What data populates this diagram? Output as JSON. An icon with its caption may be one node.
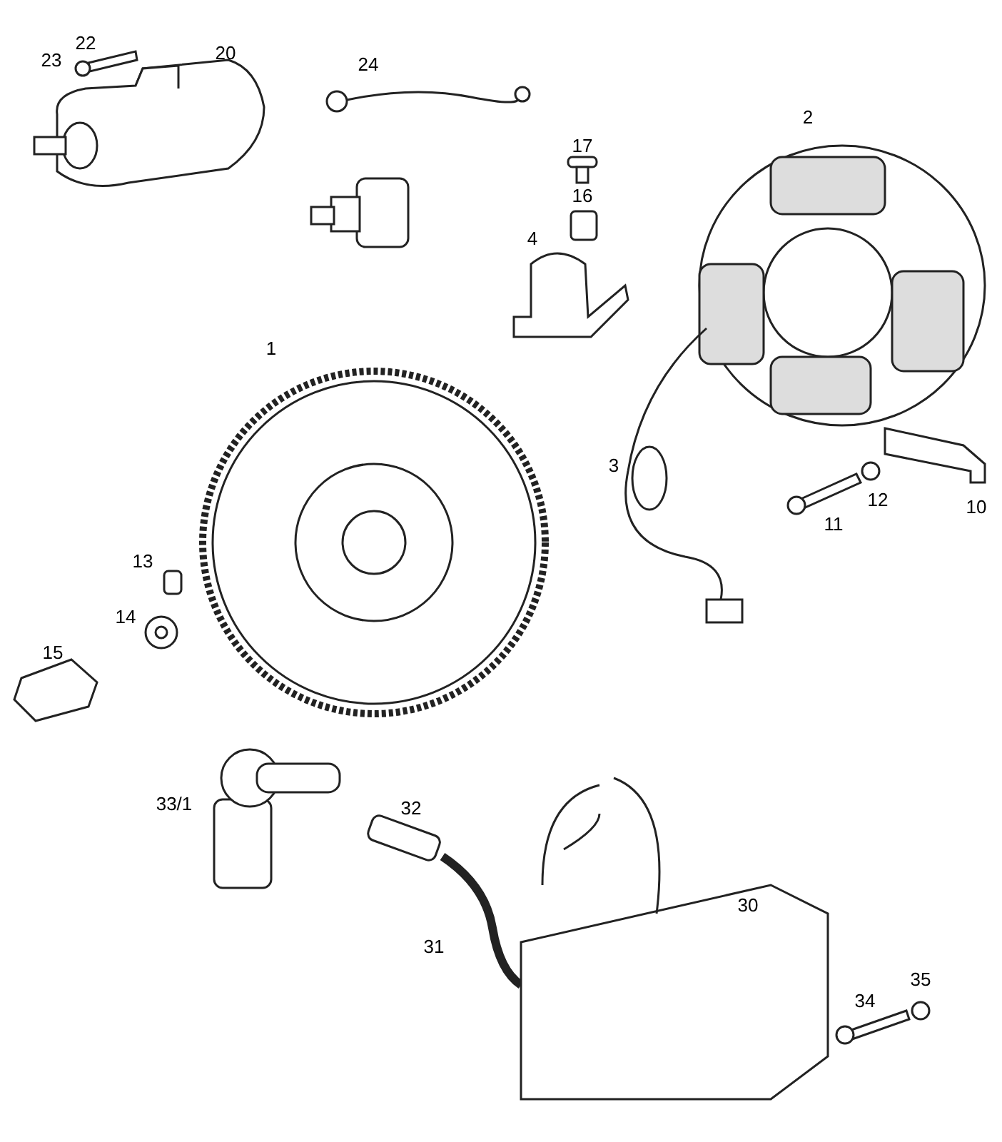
{
  "diagram": {
    "labels": [
      "22",
      "20",
      "23",
      "24",
      "2",
      "17",
      "16",
      "4",
      "1",
      "3",
      "12",
      "10",
      "11",
      "13",
      "14",
      "15",
      "33/1",
      "32",
      "30",
      "31",
      "35",
      "34"
    ]
  }
}
